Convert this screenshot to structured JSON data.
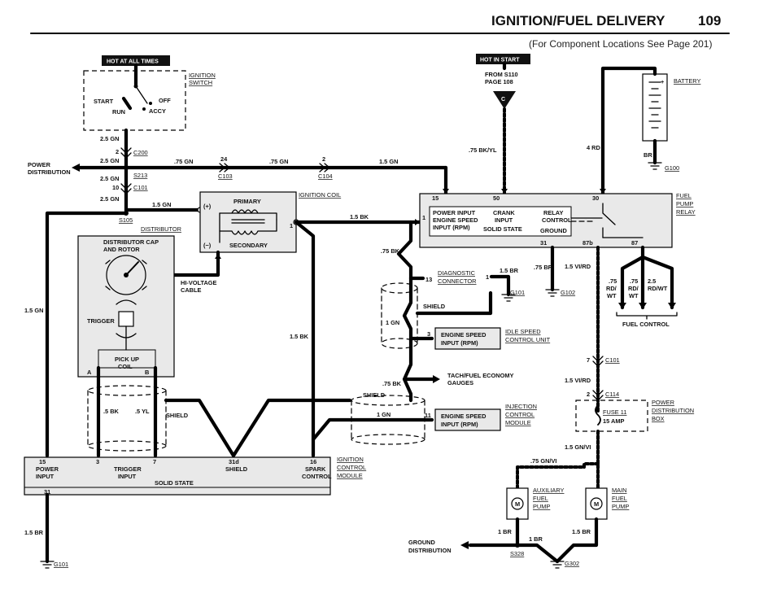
{
  "page": {
    "title": "IGNITION/FUEL DELIVERY",
    "number": "109",
    "subtitle": "(For Component Locations See Page 201)"
  },
  "tags": {
    "hot_all_times": "HOT AT ALL TIMES",
    "hot_in_start": "HOT IN START"
  },
  "ignition_switch": {
    "label": "IGNITION",
    "label2": "SWITCH",
    "start": "START",
    "run": "RUN",
    "off": "OFF",
    "accy": "ACCY"
  },
  "left_bus": {
    "w1": "2.5 GN",
    "c200_pin": "2",
    "c200": "C200",
    "w2": "2.5 GN",
    "s213_wire": "2.5 GN",
    "s213": "S213",
    "c101_pin": "10",
    "c101": "C101",
    "w4": "2.5 GN",
    "s105": "S105",
    "left_main": "1.5 GN",
    "g101_wire": "1.5 BR",
    "g101": "G101"
  },
  "power_distribution": {
    "l1": "POWER",
    "l2": "DISTRIBUTION"
  },
  "top_bus": {
    "w1": ".75 GN",
    "c103_pin": "24",
    "c103": "C103",
    "w2": ".75 GN",
    "c104_pin": "2",
    "c104": "C104",
    "w3": "1.5 GN"
  },
  "coil": {
    "label": "IGNITION COIL",
    "primary": "PRIMARY",
    "secondary": "SECONDARY",
    "plus": "(+)",
    "minus": "(−)",
    "pin1": "1",
    "feed": "1.5 GN",
    "out_wire": "1.5 BK",
    "spark_wire": "1.5 BK",
    "hv1": "HI-VOLTAGE",
    "hv2": "CABLE"
  },
  "distributor": {
    "label": "DISTRIBUTOR",
    "cap1": "DISTRIBUTOR CAP",
    "cap2": "AND ROTOR",
    "trigger": "TRIGGER",
    "pickup1": "PICK UP",
    "pickup2": "COIL",
    "a": "A",
    "b": "B",
    "w_a": ".5 BK",
    "w_b": ".5 YL",
    "shield": "SHIELD"
  },
  "icm": {
    "label1": "IGNITION",
    "label2": "CONTROL",
    "label3": "MODULE",
    "p15": "15",
    "p15a": "POWER",
    "p15b": "INPUT",
    "p3": "3",
    "trig1": "TRIGGER",
    "trig2": "INPUT",
    "p7": "7",
    "p31d": "31d",
    "p31d_l": "SHIELD",
    "p16": "16",
    "p16a": "SPARK",
    "p16b": "CONTROL",
    "solid": "SOLID STATE",
    "p31": "31"
  },
  "start_feed": {
    "from1": "FROM S110",
    "from2": "PAGE 108",
    "c": "C",
    "wire": ".75 BK/YL"
  },
  "battery": {
    "label": "BATTERY",
    "plus": "+",
    "br": "BR",
    "g100": "G100",
    "wire": "4 RD"
  },
  "relay": {
    "label1": "FUEL",
    "label2": "PUMP",
    "label3": "RELAY",
    "p15": "15",
    "p50": "50",
    "p30": "30",
    "p1": "1",
    "p31": "31",
    "p87b": "87b",
    "p87": "87",
    "pi1": "POWER INPUT",
    "pi2": "ENGINE SPEED",
    "pi3": "INPUT (RPM)",
    "crank1": "CRANK",
    "crank2": "INPUT",
    "rc1": "RELAY",
    "rc2": "CONTROL",
    "solid": "SOLID STATE",
    "ground": "GROUND",
    "g102_wire": ".75 BR",
    "g102": "G102",
    "v_wire": "1.5 VI/RD"
  },
  "engine_speed_wire": ".75 BK",
  "diagnostic": {
    "pin13": "13",
    "label1": "DIAGNOSTIC",
    "label2": "CONNECTOR",
    "pin1": "1",
    "wire": "1.5 BR",
    "g101": "G101"
  },
  "idle_speed": {
    "shield": "SHIELD",
    "wire": "1 GN",
    "pin3": "3",
    "box1": "ENGINE SPEED",
    "box2": "INPUT (RPM)",
    "label1": "IDLE SPEED",
    "label2": "CONTROL UNIT"
  },
  "tach": {
    "wire": ".75 BK",
    "label1": "TACH/FUEL ECONOMY",
    "label2": "GAUGES"
  },
  "injection": {
    "shield": "SHIELD",
    "wire": "1 GN",
    "pin11": "11",
    "box1": "ENGINE SPEED",
    "box2": "INPUT (RPM)",
    "label1": "INJECTION",
    "label2": "CONTROL",
    "label3": "MODULE"
  },
  "fuel_control": {
    "label": "FUEL CONTROL",
    "w1a": ".75",
    "w1b": "RD/",
    "w1c": "WT",
    "w2a": ".75",
    "w2b": "RD/",
    "w2c": "WT",
    "w3a": "2.5",
    "w3b": "RD/WT"
  },
  "right_chain": {
    "c101_pin": "7",
    "c101": "C101",
    "w1": "1.5 VI/RD",
    "c114_pin": "2",
    "c114": "C114",
    "fuse": "FUSE 11",
    "fuse_amp": "15 AMP",
    "pdb1": "POWER",
    "pdb2": "DISTRIBUTION",
    "pdb3": "BOX",
    "w2": "1.5 GN/VI",
    "w3": ".75 GN/VI"
  },
  "pumps": {
    "aux1": "AUXILIARY",
    "aux2": "FUEL",
    "aux3": "PUMP",
    "main1": "MAIN",
    "main2": "FUEL",
    "main3": "PUMP",
    "m": "M",
    "aux_wire": "1 BR",
    "mid_wire": "1 BR",
    "main_wire": "1.5 BR",
    "s328": "S328",
    "g302": "G302"
  },
  "ground_distribution": {
    "l1": "GROUND",
    "l2": "DISTRIBUTION"
  }
}
